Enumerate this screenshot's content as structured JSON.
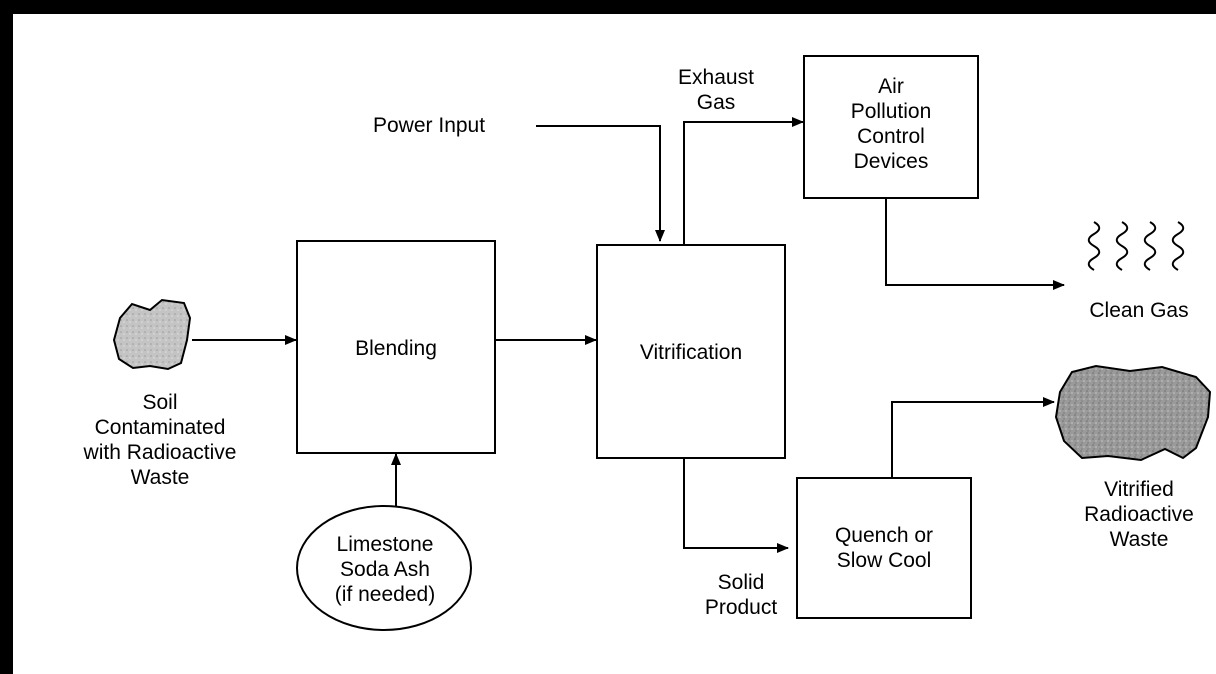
{
  "inputs": {
    "soil": [
      "Soil",
      "Contaminated",
      "with Radioactive",
      "Waste"
    ],
    "power": "Power Input",
    "additives": [
      "Limestone",
      "Soda Ash",
      "(if needed)"
    ]
  },
  "processes": {
    "blending": "Blending",
    "vitrification": "Vitrification",
    "apc": [
      "Air",
      "Pollution",
      "Control",
      "Devices"
    ],
    "quench": [
      "Quench or",
      "Slow Cool"
    ]
  },
  "flows": {
    "exhaust": [
      "Exhaust",
      "Gas"
    ],
    "solid": [
      "Solid",
      "Product"
    ]
  },
  "outputs": {
    "clean_gas": "Clean Gas",
    "vitrified": [
      "Vitrified",
      "Radioactive",
      "Waste"
    ]
  }
}
